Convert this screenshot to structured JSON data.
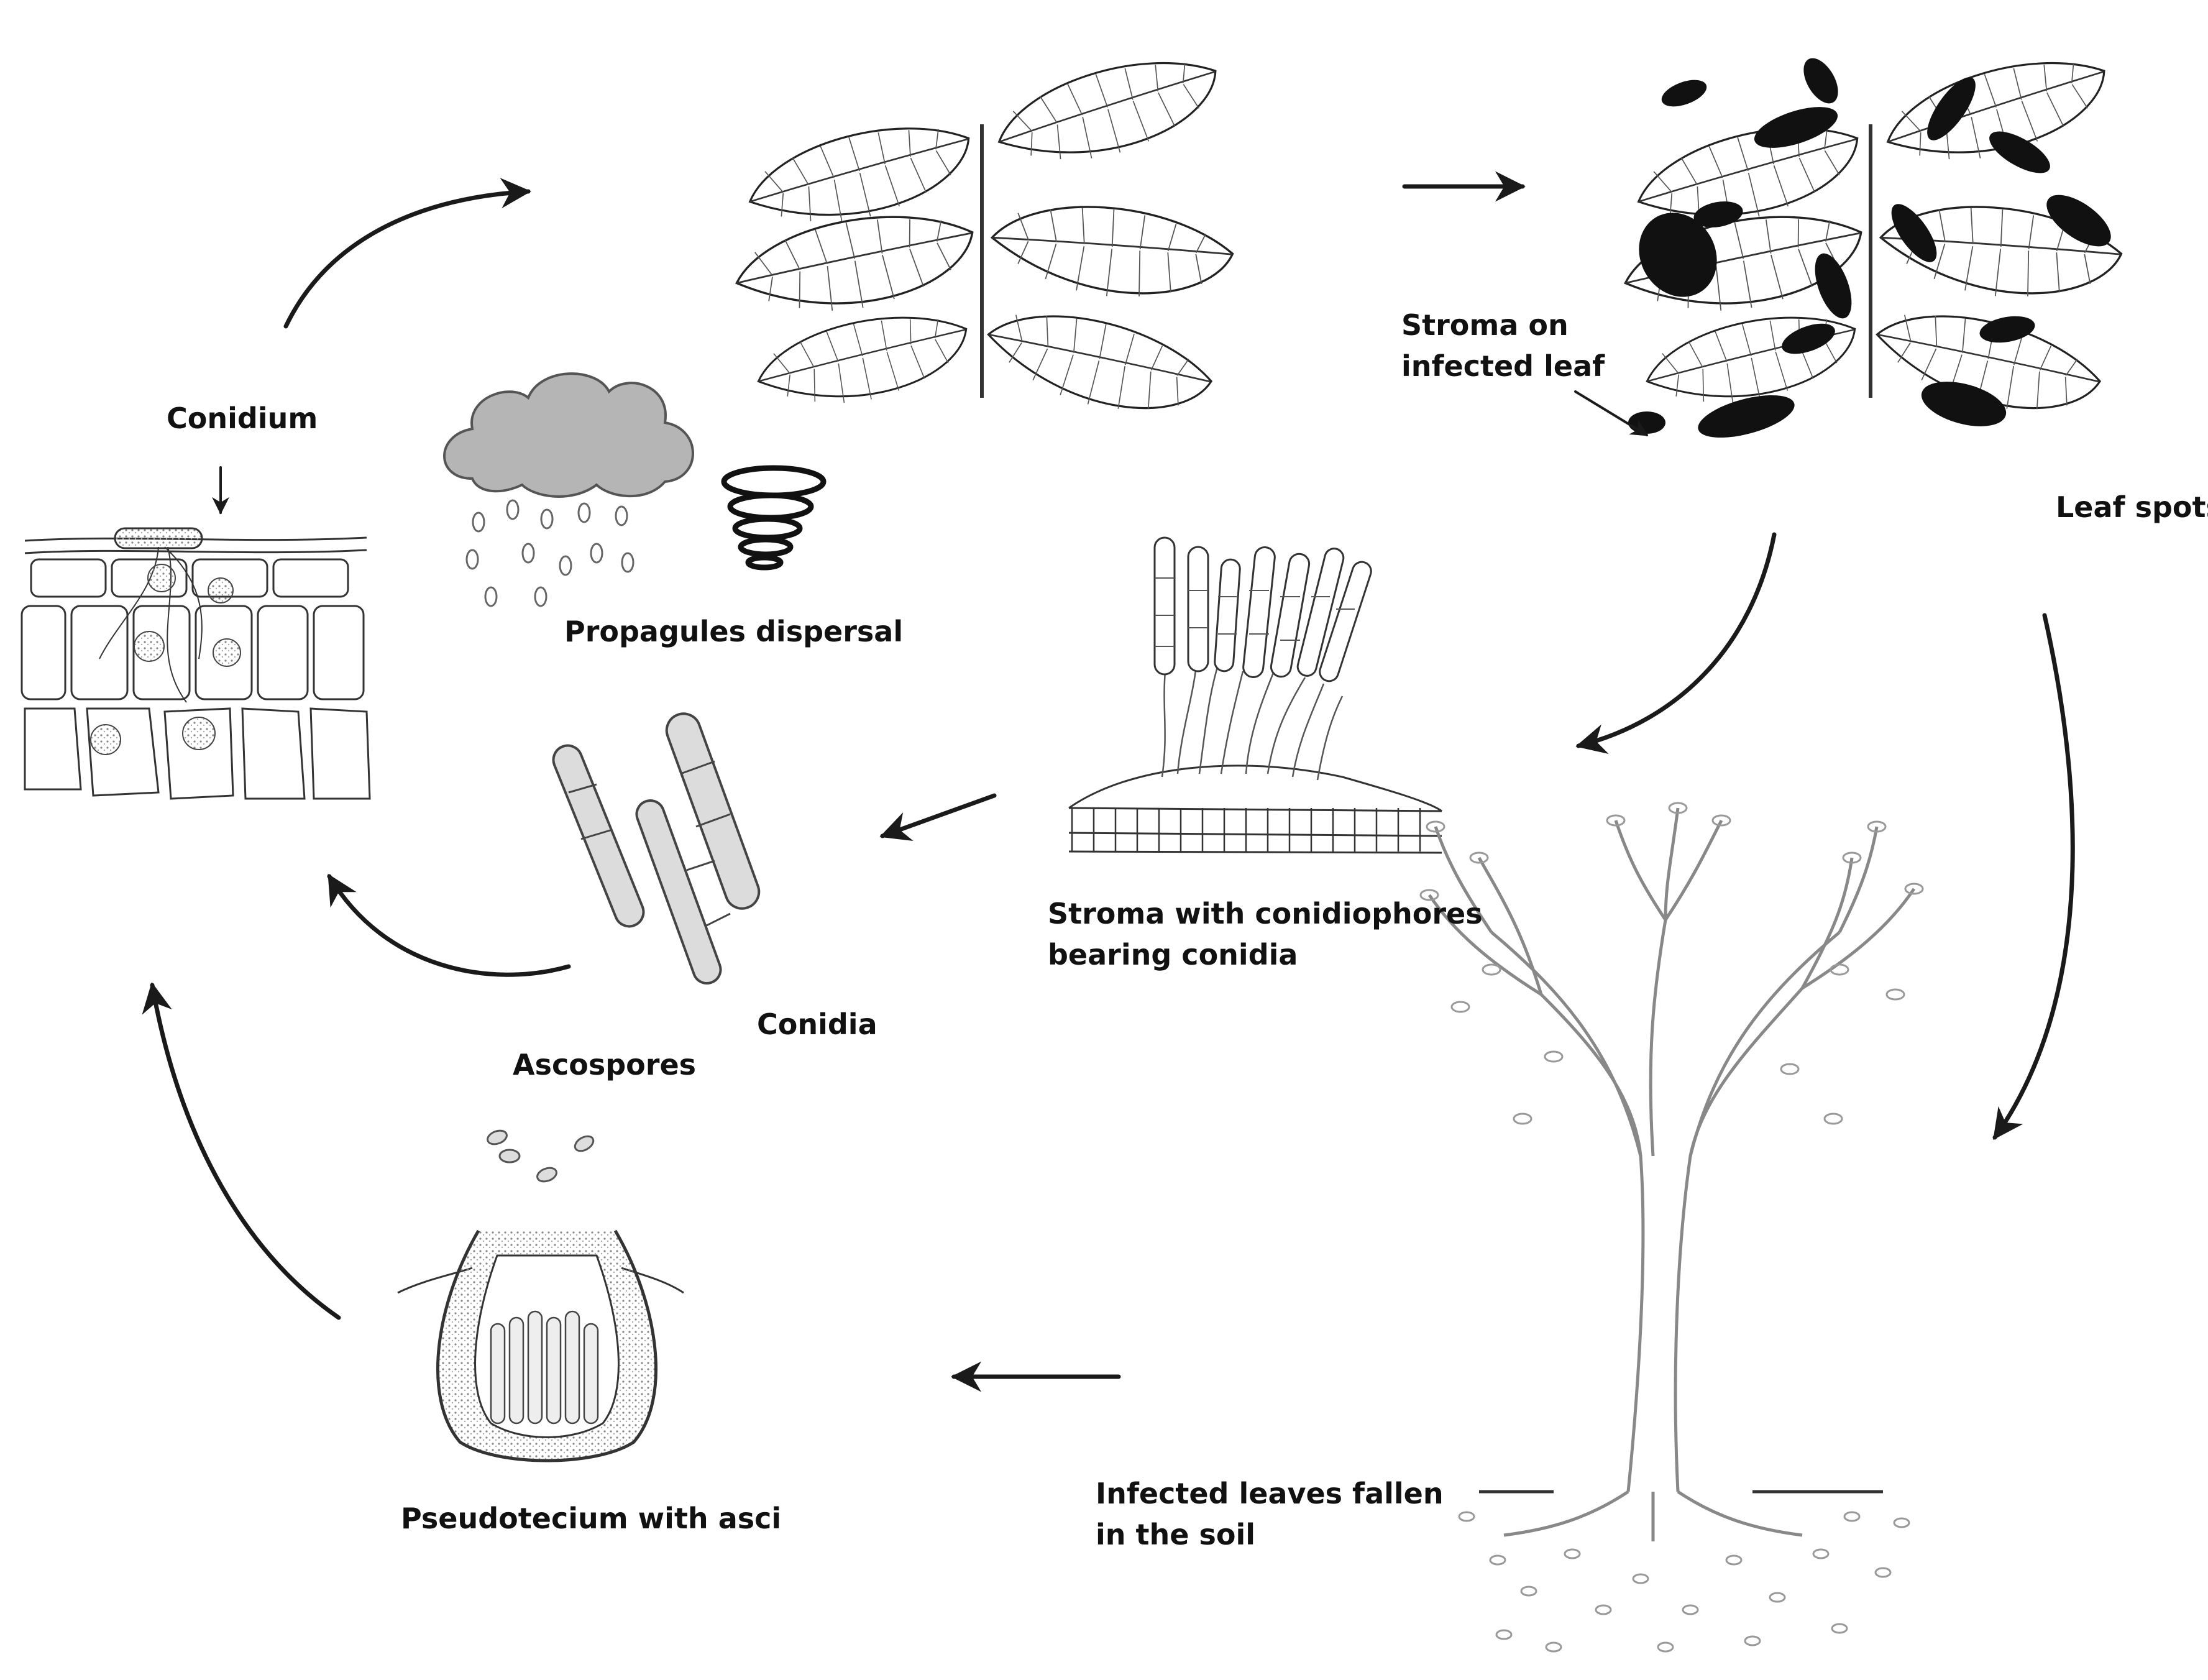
{
  "diagram": {
    "labels": {
      "conidium": "Conidium",
      "propagules_dispersal": "Propagules dispersal",
      "stroma_on_leaf_line1": "Stroma on",
      "stroma_on_leaf_line2": "infected leaf",
      "leaf_spots": "Leaf spots",
      "stroma_conidiophores_line1": "Stroma with conidiophores",
      "stroma_conidiophores_line2": "bearing conidia",
      "conidia": "Conidia",
      "ascospores": "Ascospores",
      "pseudotecium": "Pseudotecium with asci",
      "fallen_leaves_line1": "Infected leaves fallen",
      "fallen_leaves_line2": "in the soil"
    },
    "colors": {
      "line": "#1a1a1a",
      "leaf_spot": "#111111",
      "cloud_fill": "#b5b5b5",
      "tree_stroke": "#888888",
      "spore_fill": "#dcdcdc"
    }
  }
}
